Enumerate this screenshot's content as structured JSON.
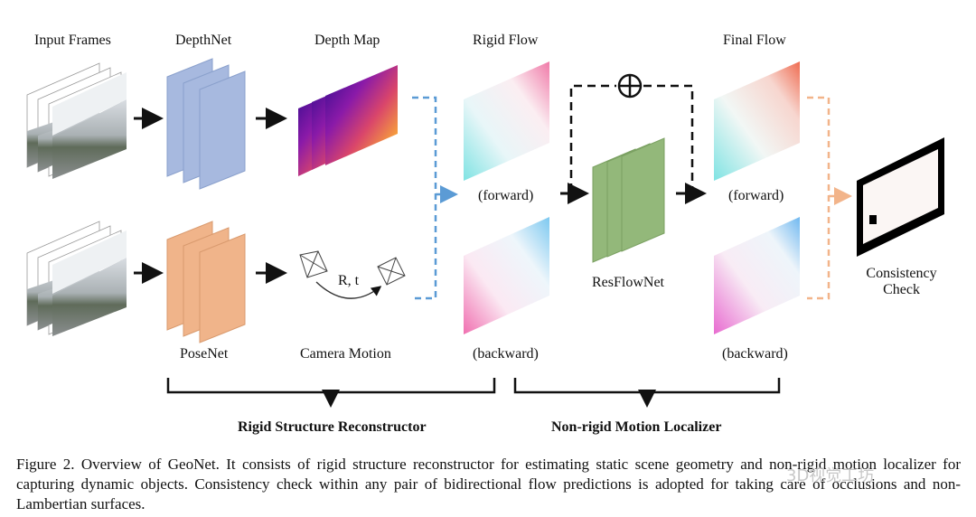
{
  "labels": {
    "input_frames": "Input Frames",
    "depthnet": "DepthNet",
    "depth_map": "Depth Map",
    "rigid_flow": "Rigid Flow",
    "final_flow": "Final Flow",
    "forward_1": "(forward)",
    "forward_2": "(forward)",
    "backward_1": "(backward)",
    "backward_2": "(backward)",
    "resflownet": "ResFlowNet",
    "posenet": "PoseNet",
    "camera_motion": "Camera Motion",
    "rt": "R, t",
    "consistency_check_line1": "Consistency",
    "consistency_check_line2": "Check",
    "rigid_structure_reconstructor": "Rigid Structure Reconstructor",
    "nonrigid_motion_localizer": "Non-rigid Motion Localizer"
  },
  "caption": "Figure 2. Overview of GeoNet. It consists of rigid structure reconstructor for estimating static scene geometry and non-rigid motion localizer for capturing dynamic objects. Consistency check within any pair of bidirectional flow predictions is adopted for taking care of occlusions and non-Lambertian surfaces.",
  "watermark": "3D视觉工坊",
  "colors": {
    "depthnet": "#a7b9df",
    "posenet": "#f0b48a",
    "resflownet": "#93b87a",
    "rigid_arrow": "#5b9bd5",
    "final_arrow": "#f2b48a",
    "dark": "#111111"
  }
}
